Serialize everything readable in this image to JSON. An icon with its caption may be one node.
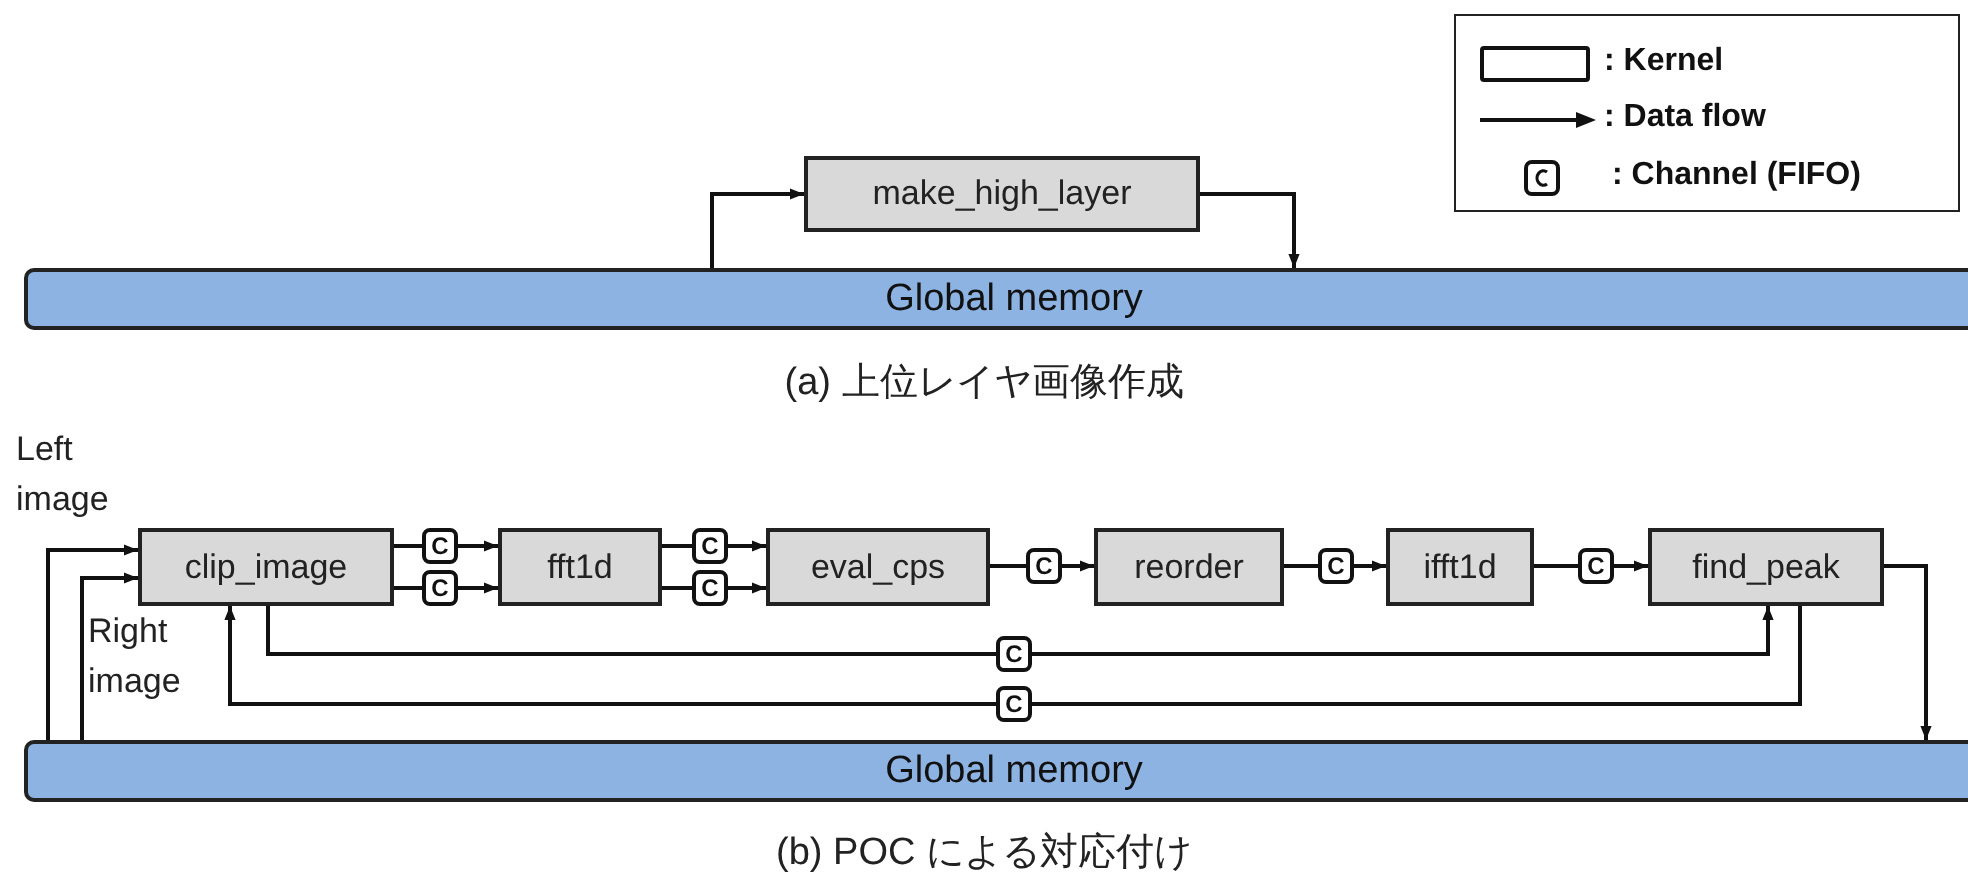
{
  "diagram": {
    "nodes": [
      {
        "text": [
          "make_high_layer"
        ]
      },
      {
        "text": [
          "Global memory"
        ]
      },
      {
        "text": [
          "Global memory"
        ]
      },
      {
        "text": [
          "clip_image"
        ]
      },
      {
        "text": [
          "fft1d"
        ]
      },
      {
        "text": [
          "eval_cps"
        ]
      },
      {
        "text": [
          "reorder"
        ]
      },
      {
        "text": [
          "ifft1d"
        ]
      },
      {
        "text": [
          "find_peak"
        ]
      },
      {
        "text": [
          "C"
        ]
      },
      {
        "text": [
          "C"
        ]
      },
      {
        "text": [
          "C"
        ]
      },
      {
        "text": [
          "C"
        ]
      },
      {
        "text": [
          "C"
        ]
      },
      {
        "text": [
          "C"
        ]
      },
      {
        "text": [
          "C"
        ]
      },
      {
        "text": [
          "C"
        ]
      },
      {
        "text": [
          "C"
        ]
      }
    ],
    "edges": [
      {
        "from": 1,
        "to": 0,
        "arrow": "to"
      },
      {
        "from": 0,
        "to": 1,
        "arrow": "to"
      },
      {
        "from": 2,
        "to": 3,
        "arrow": "to",
        "label": "Left image"
      },
      {
        "from": 2,
        "to": 3,
        "arrow": "to",
        "label": "Right image"
      },
      {
        "from": 3,
        "to": 9,
        "arrow": "none"
      },
      {
        "from": 9,
        "to": 4,
        "arrow": "to"
      },
      {
        "from": 3,
        "to": 10,
        "arrow": "none"
      },
      {
        "from": 10,
        "to": 4,
        "arrow": "to"
      },
      {
        "from": 4,
        "to": 11,
        "arrow": "none"
      },
      {
        "from": 11,
        "to": 5,
        "arrow": "to"
      },
      {
        "from": 4,
        "to": 12,
        "arrow": "none"
      },
      {
        "from": 12,
        "to": 5,
        "arrow": "to"
      },
      {
        "from": 5,
        "to": 13,
        "arrow": "none"
      },
      {
        "from": 13,
        "to": 6,
        "arrow": "to"
      },
      {
        "from": 6,
        "to": 14,
        "arrow": "none"
      },
      {
        "from": 14,
        "to": 7,
        "arrow": "to"
      },
      {
        "from": 7,
        "to": 15,
        "arrow": "none"
      },
      {
        "from": 15,
        "to": 8,
        "arrow": "to"
      },
      {
        "from": 3,
        "to": 16,
        "arrow": "none"
      },
      {
        "from": 16,
        "to": 8,
        "arrow": "to"
      },
      {
        "from": 8,
        "to": 17,
        "arrow": "none"
      },
      {
        "from": 17,
        "to": 3,
        "arrow": "to"
      },
      {
        "from": 8,
        "to": 2,
        "arrow": "to"
      }
    ],
    "labels": [
      "(a) 上位レイヤ画像作成",
      "(b) POC による対応付け"
    ],
    "legend": [
      {
        "text": ": Kernel"
      },
      {
        "text": ": Data flow"
      },
      {
        "text": ": Channel (FIFO)"
      }
    ]
  }
}
